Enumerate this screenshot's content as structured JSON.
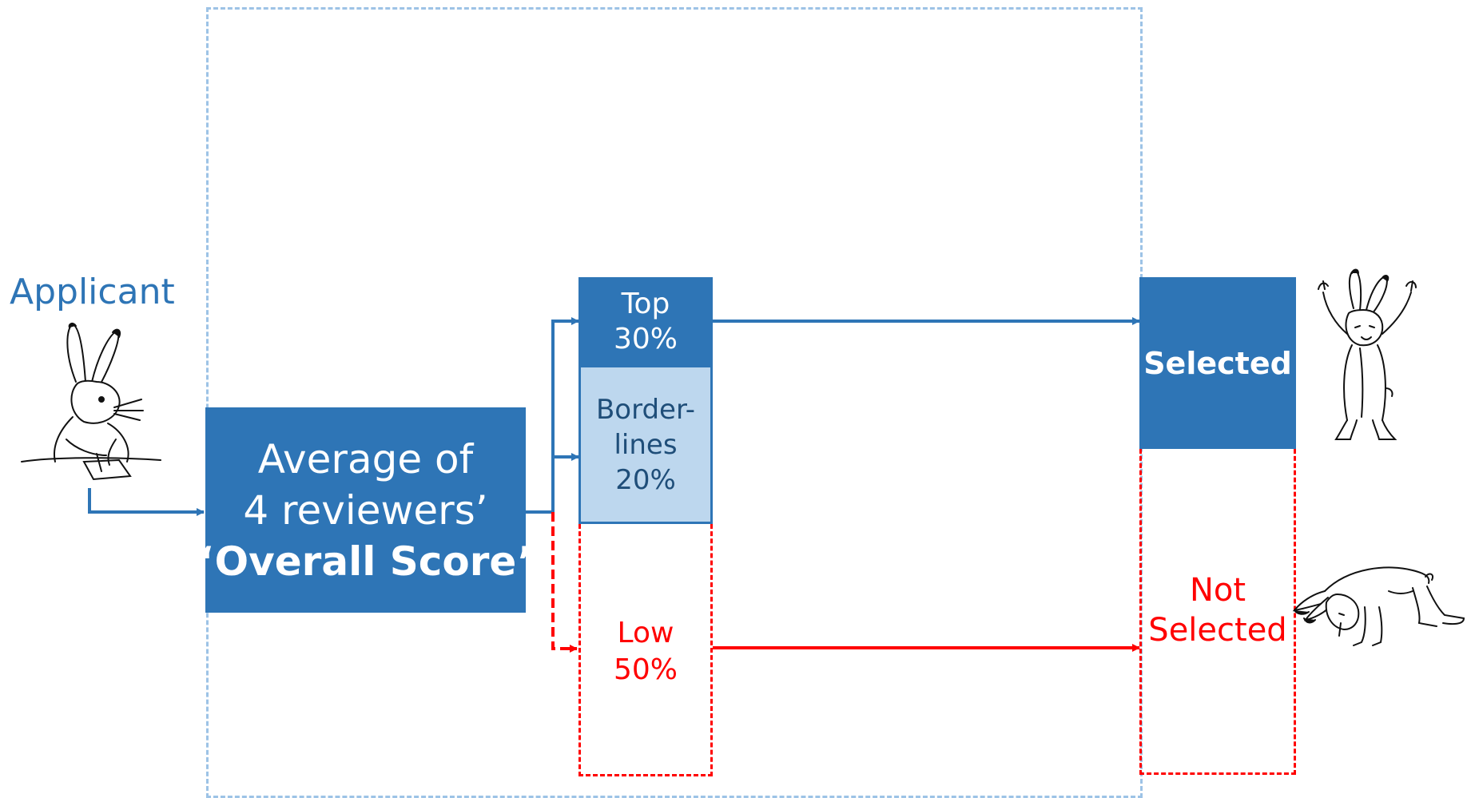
{
  "applicant": {
    "label": "Applicant"
  },
  "overall_score": {
    "line1": "Average of",
    "line2": "4 reviewers’",
    "line3": "“Overall Score”"
  },
  "top": {
    "line1": "Top",
    "line2": "30%"
  },
  "borderline": {
    "line1": "Border-",
    "line2": "lines",
    "line3": "20%"
  },
  "low": {
    "line1": "Low",
    "line2": "50%"
  },
  "selected": {
    "label": "Selected"
  },
  "not_selected": {
    "line1": "Not",
    "line2": "Selected"
  },
  "colors": {
    "primary_blue": "#2e75b6",
    "light_blue": "#bdd7ee",
    "dashed_frame": "#9dc3e6",
    "red": "#ff0000",
    "dark_text": "#1f4e79"
  }
}
